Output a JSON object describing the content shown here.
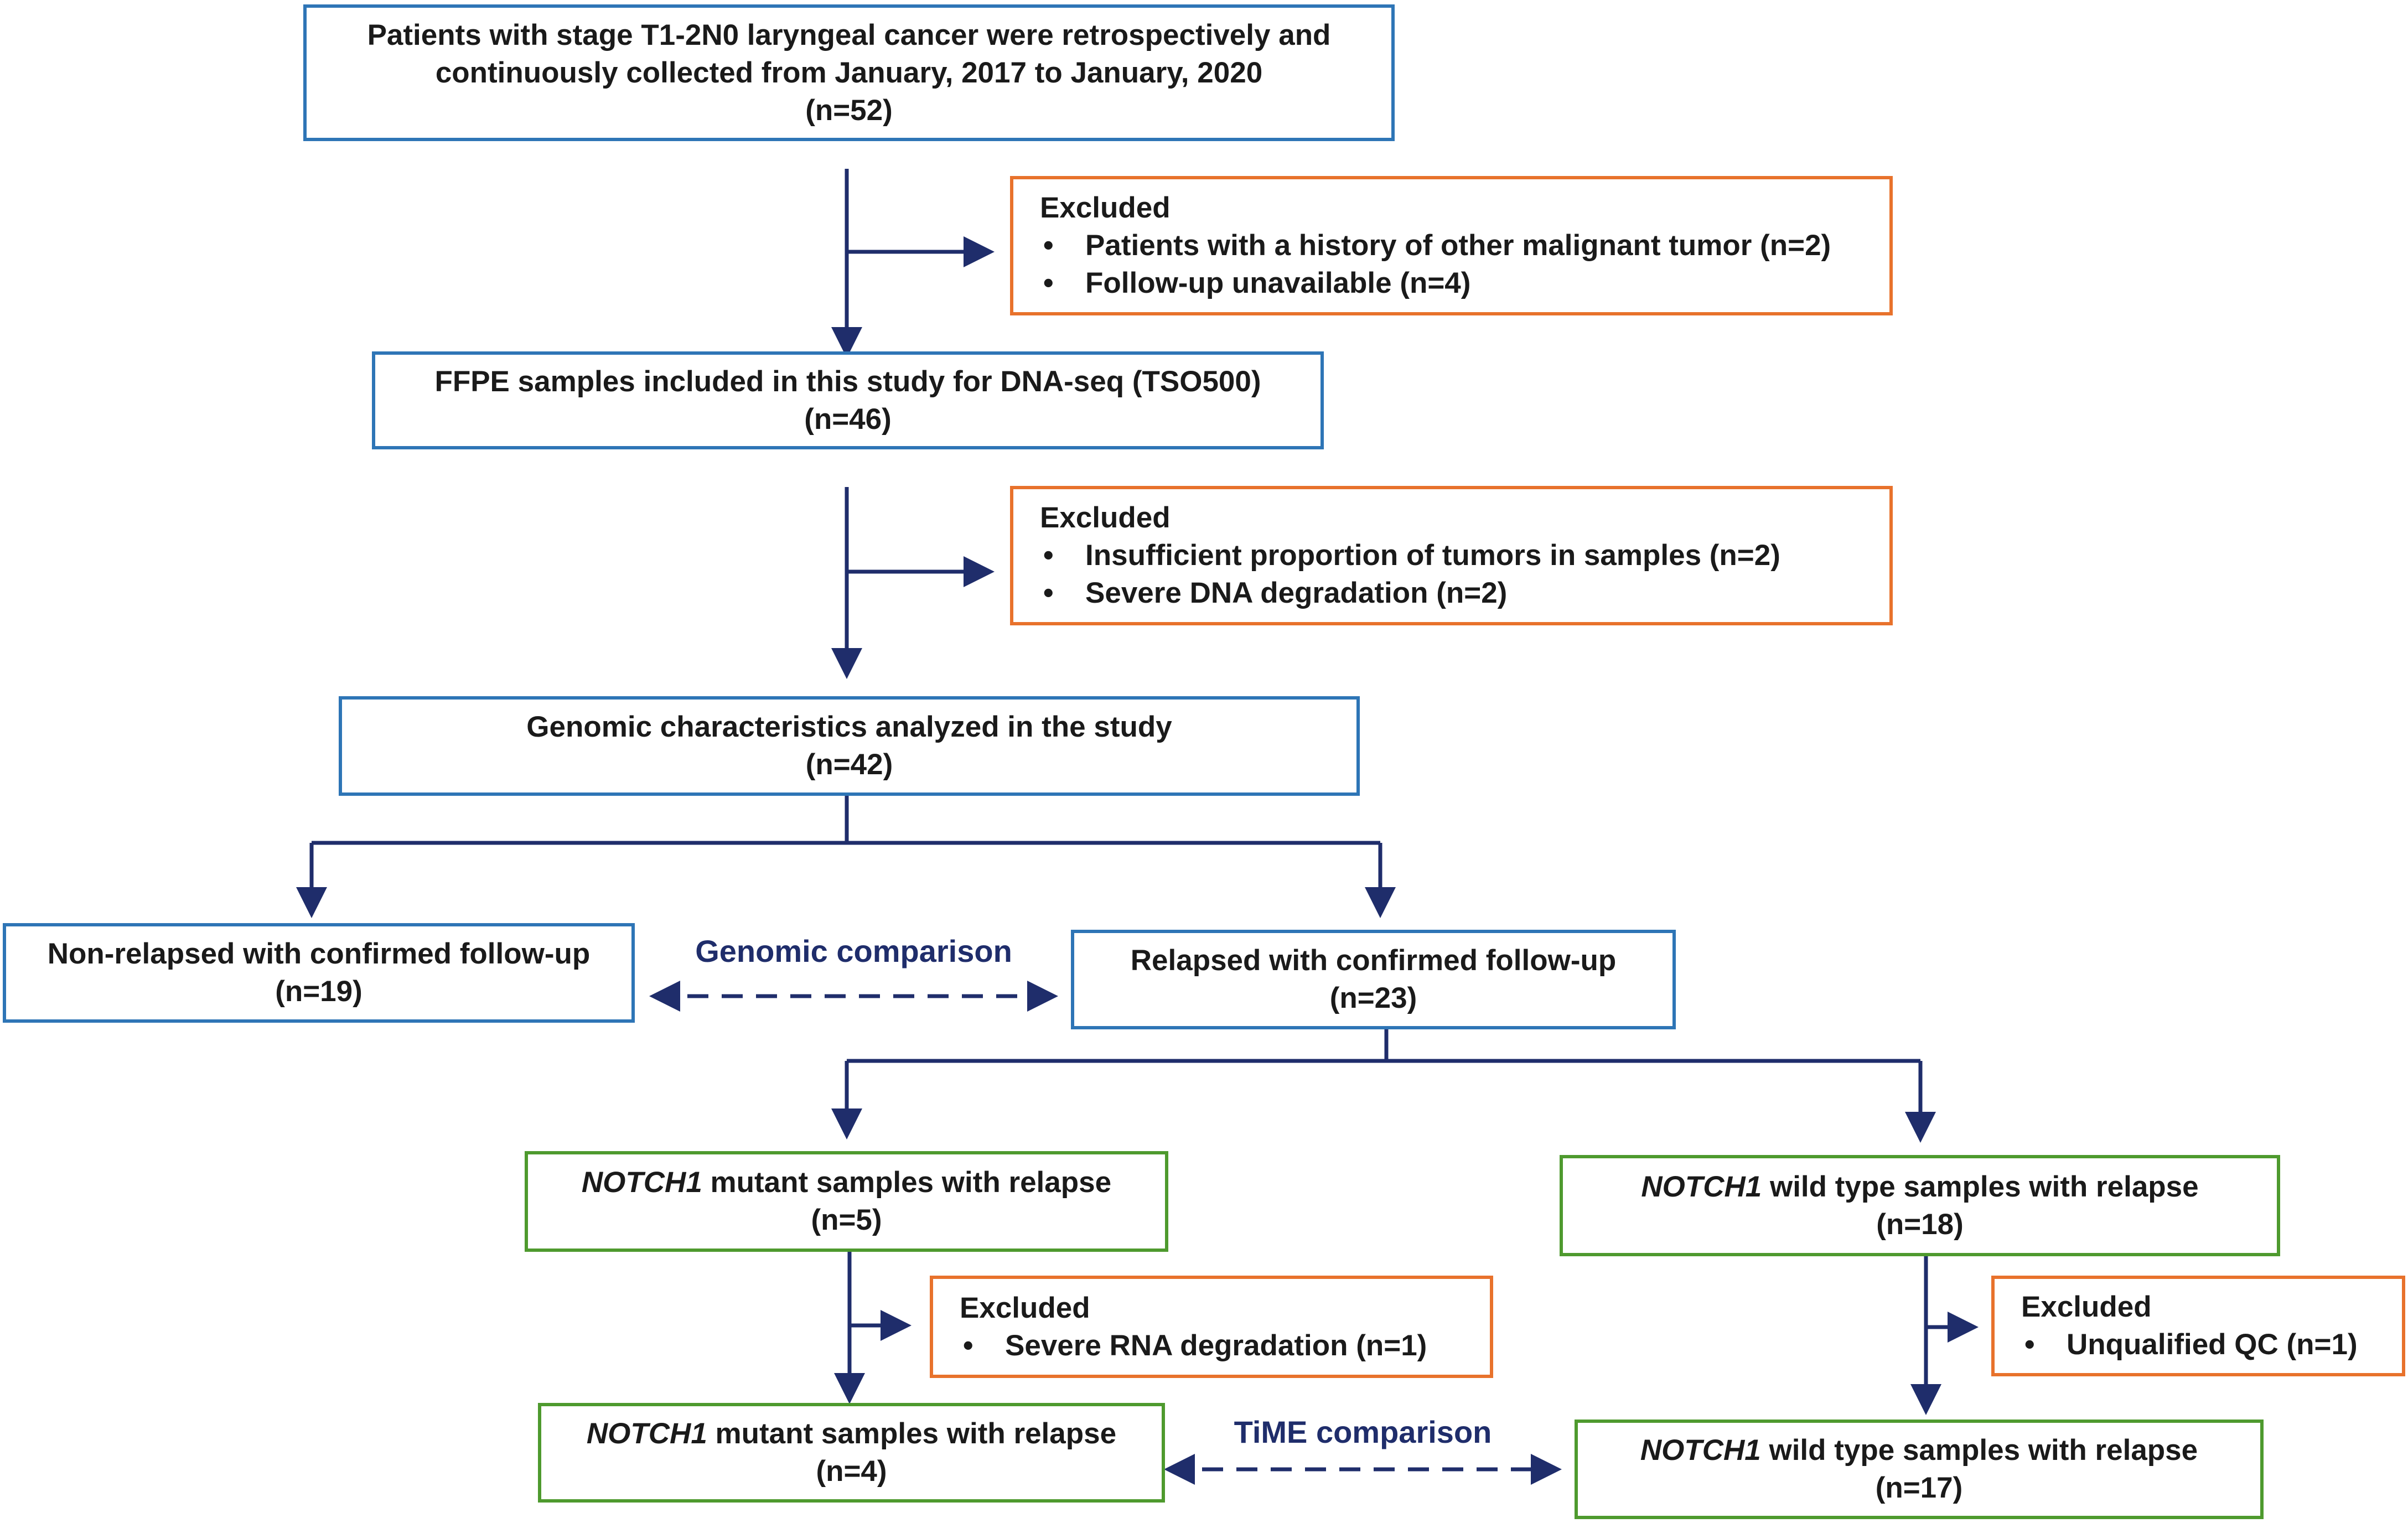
{
  "boxes": {
    "collected": {
      "line1": "Patients with stage T1-2N0 laryngeal cancer were retrospectively and",
      "line2": "continuously collected from January, 2017 to January, 2020",
      "n": "(n=52)"
    },
    "excluded_1": {
      "title": "Excluded",
      "items": [
        "Patients with a history of other malignant tumor (n=2)",
        "Follow-up unavailable (n=4)"
      ]
    },
    "ffpe": {
      "line1": "FFPE samples included in this study for DNA-seq (TSO500)",
      "n": "(n=46)"
    },
    "excluded_2": {
      "title": "Excluded",
      "items": [
        "Insufficient proportion of tumors in samples (n=2)",
        "Severe DNA degradation  (n=2)"
      ]
    },
    "genomic": {
      "line1": "Genomic characteristics analyzed in the study",
      "n": "(n=42)"
    },
    "non_relapsed": {
      "line1": "Non-relapsed with confirmed follow-up",
      "n": "(n=19)"
    },
    "relapsed": {
      "line1": "Relapsed with confirmed follow-up",
      "n": "(n=23)"
    },
    "notch_mutant": {
      "gene": "NOTCH1",
      "rest": " mutant samples with relapse",
      "n": "(n=5)"
    },
    "notch_wild": {
      "gene": "NOTCH1",
      "rest": " wild type samples with relapse",
      "n": "(n=18)"
    },
    "excluded_3": {
      "title": "Excluded",
      "items": [
        "Severe RNA degradation  (n=1)"
      ]
    },
    "excluded_4": {
      "title": "Excluded",
      "items": [
        "Unqualified QC (n=1)"
      ]
    },
    "notch_mutant_final": {
      "gene": "NOTCH1",
      "rest": " mutant samples with relapse",
      "n": "(n=4)"
    },
    "notch_wild_final": {
      "gene": "NOTCH1",
      "rest": " wild type samples with relapse",
      "n": "(n=17)"
    }
  },
  "labels": {
    "genomic_comparison": "Genomic comparison",
    "time_comparison": "TiME comparison",
    "bullet": "•"
  },
  "colors": {
    "blue_border": "#2e75b6",
    "orange_border": "#e8722c",
    "green_border": "#4e9a2e",
    "arrow": "#1f2d6b"
  }
}
